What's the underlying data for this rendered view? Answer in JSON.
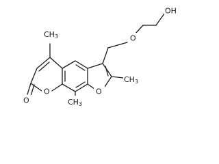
{
  "molecule": {
    "atoms": {
      "hydroxyl": "OH",
      "ether_oxygen": "O",
      "methyl_c5": "CH",
      "methyl_c5_sub": "3",
      "methyl_c9": "CH",
      "methyl_c9_sub": "3",
      "methyl_furan": "CH",
      "methyl_furan_sub": "3",
      "lactone_ring_oxygen": "O",
      "carbonyl_oxygen": "O",
      "furan_oxygen": "O"
    }
  }
}
